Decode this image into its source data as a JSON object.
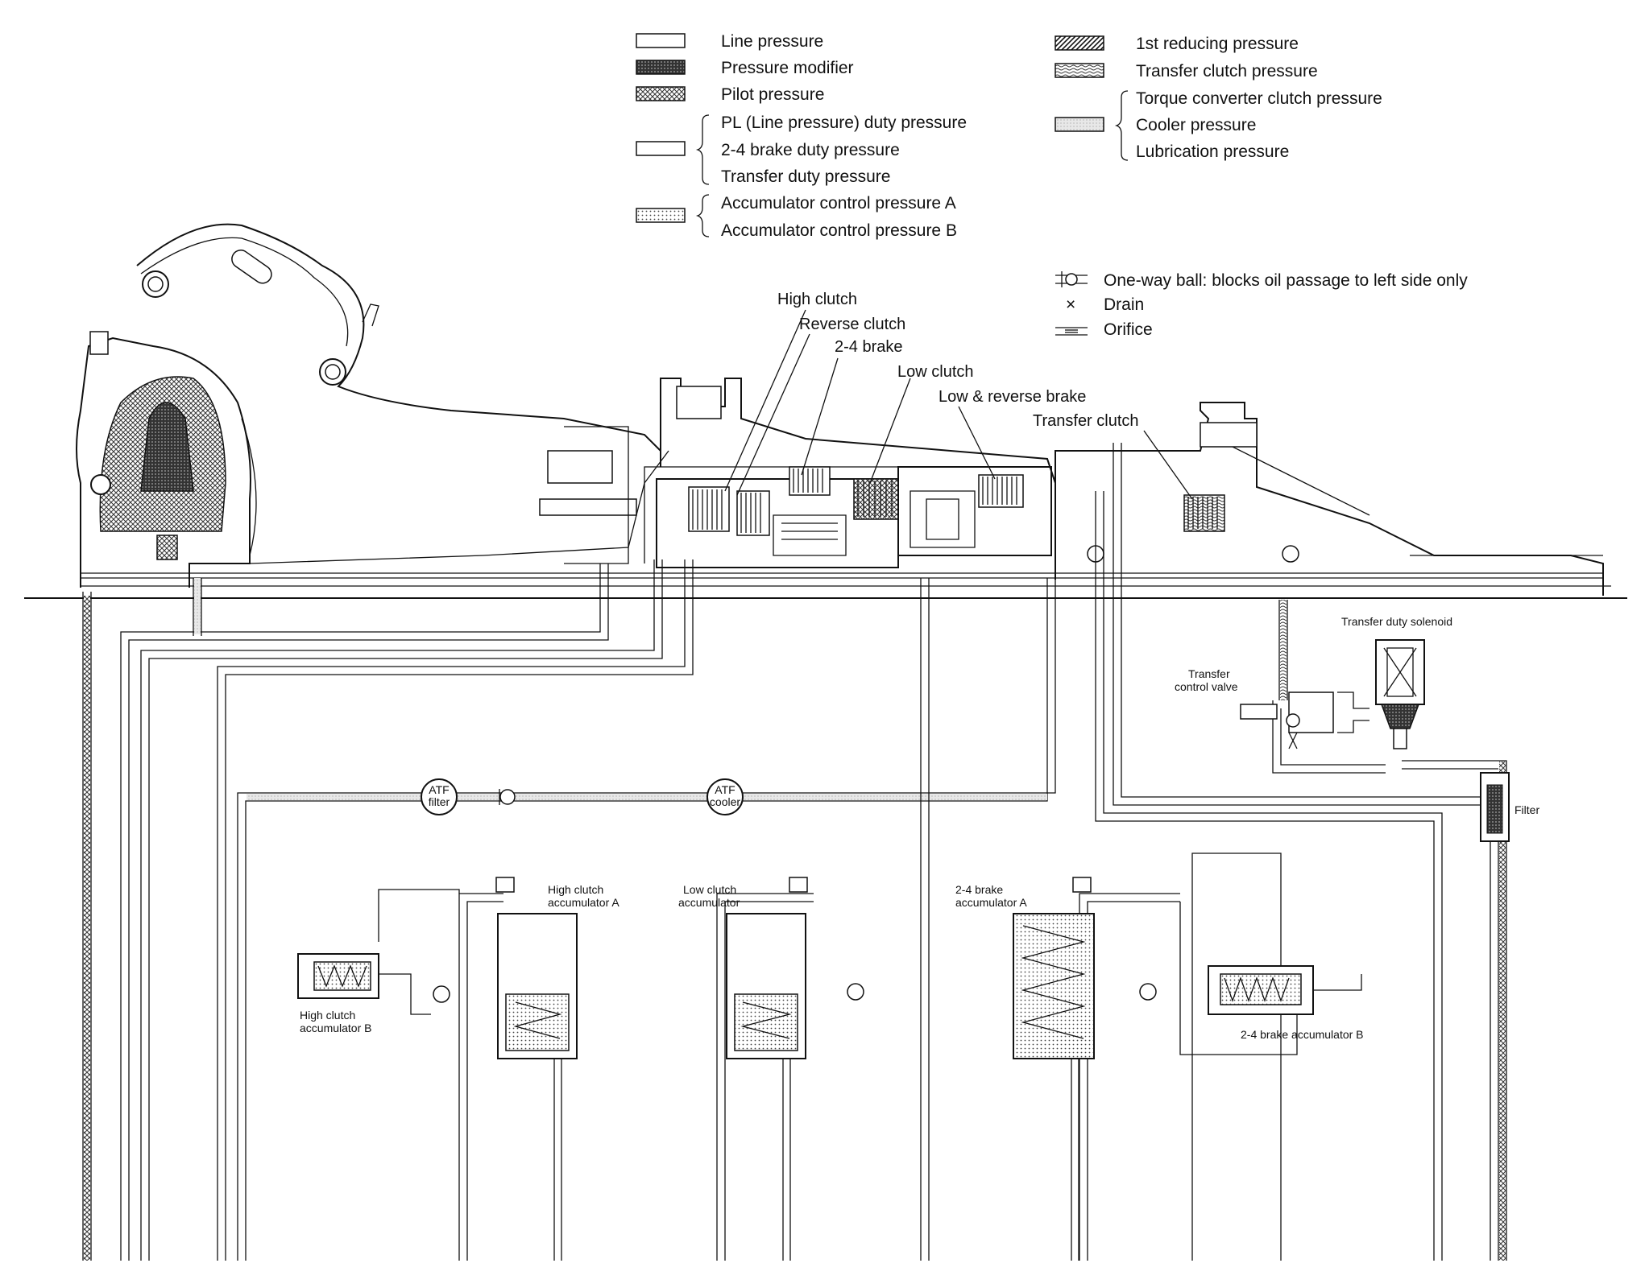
{
  "legend": {
    "left": [
      {
        "swatch": "line",
        "labels": [
          "Line pressure"
        ]
      },
      {
        "swatch": "modifier",
        "labels": [
          "Pressure modifier"
        ]
      },
      {
        "swatch": "pilot",
        "labels": [
          "Pilot pressure"
        ]
      },
      {
        "swatch": "duty",
        "labels": [
          "PL (Line pressure) duty pressure",
          "2-4 brake duty pressure",
          "Transfer duty pressure"
        ]
      },
      {
        "swatch": "accum",
        "labels": [
          "Accumulator control pressure A",
          "Accumulator control pressure B"
        ]
      }
    ],
    "right": [
      {
        "swatch": "reducing",
        "labels": [
          "1st reducing pressure"
        ]
      },
      {
        "swatch": "transfer",
        "labels": [
          "Transfer clutch pressure"
        ]
      },
      {
        "swatch": "converter",
        "labels": [
          "Torque converter clutch pressure",
          "Cooler pressure",
          "Lubrication pressure"
        ]
      }
    ]
  },
  "symbols": {
    "oneway_ball": "One-way ball: blocks oil passage to left side only",
    "drain": "Drain",
    "drain_glyph": "×",
    "orifice": "Orifice"
  },
  "callouts": {
    "high_clutch": "High clutch",
    "reverse_clutch": "Reverse clutch",
    "brake_2_4": "2-4 brake",
    "low_clutch": "Low clutch",
    "low_reverse_brake": "Low & reverse brake",
    "transfer_clutch": "Transfer clutch"
  },
  "components": {
    "transfer_duty_solenoid": "Transfer duty solenoid",
    "transfer_control_valve_1": "Transfer",
    "transfer_control_valve_2": "control valve",
    "filter": "Filter",
    "atf_filter_1": "ATF",
    "atf_filter_2": "filter",
    "atf_cooler_1": "ATF",
    "atf_cooler_2": "cooler",
    "high_clutch_acc_a_1": "High clutch",
    "high_clutch_acc_a_2": "accumulator A",
    "high_clutch_acc_b_1": "High clutch",
    "high_clutch_acc_b_2": "accumulator B",
    "low_clutch_acc_1": "Low clutch",
    "low_clutch_acc_2": "accumulator",
    "brake_acc_a_1": "2-4 brake",
    "brake_acc_a_2": "accumulator A",
    "brake_acc_b": "2-4 brake accumulator B"
  }
}
